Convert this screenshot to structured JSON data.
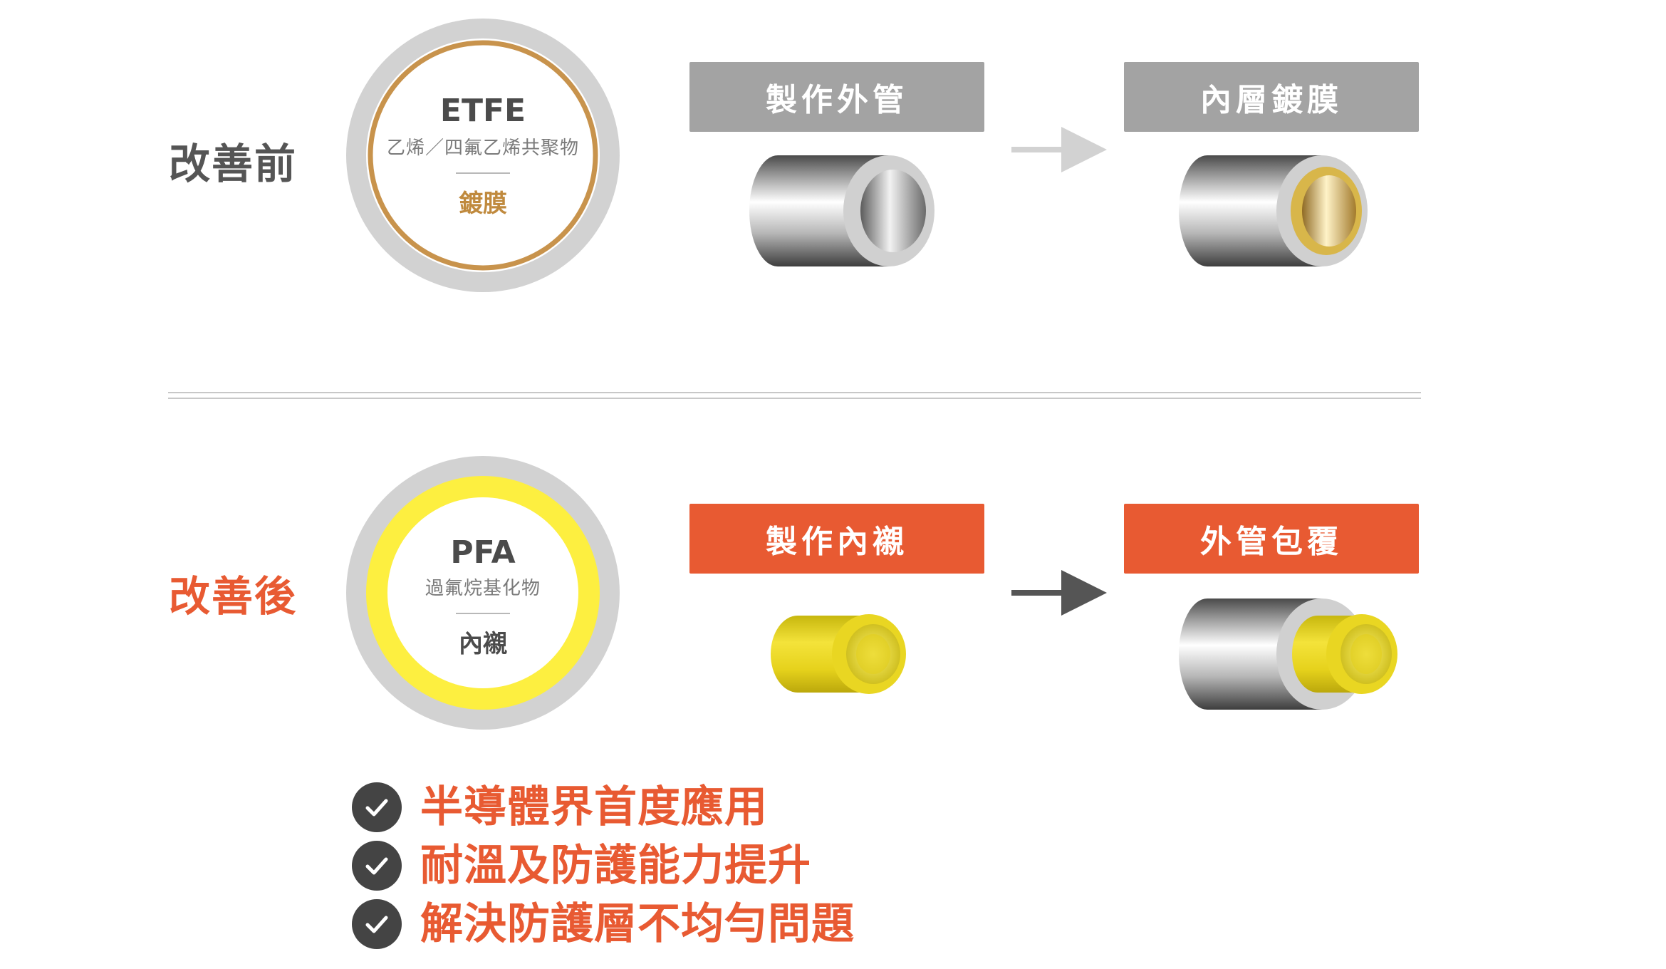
{
  "colors": {
    "gray_label": "#555555",
    "accent": "#e85a32",
    "step_gray": "#a3a3a3",
    "ring_gray": "#d2d2d2",
    "etfe_copper": "#c8934c",
    "pfa_yellow": "#fce94a"
  },
  "before": {
    "label": "改善前",
    "material": {
      "title": "ETFE",
      "subtitle": "乙烯／四氟乙烯共聚物",
      "layer": "鍍膜"
    },
    "steps": [
      "製作外管",
      "內層鍍膜"
    ]
  },
  "after": {
    "label": "改善後",
    "material": {
      "title": "PFA",
      "subtitle": "過氟烷基化物",
      "layer": "內襯"
    },
    "steps": [
      "製作內襯",
      "外管包覆"
    ]
  },
  "benefits": [
    {
      "text": "半導體界首度應用",
      "icon": "check-circle-icon"
    },
    {
      "text": "耐溫及防護能力提升",
      "icon": "check-circle-icon"
    },
    {
      "text": "解決防護層不均勻問題",
      "icon": "check-circle-icon"
    }
  ]
}
